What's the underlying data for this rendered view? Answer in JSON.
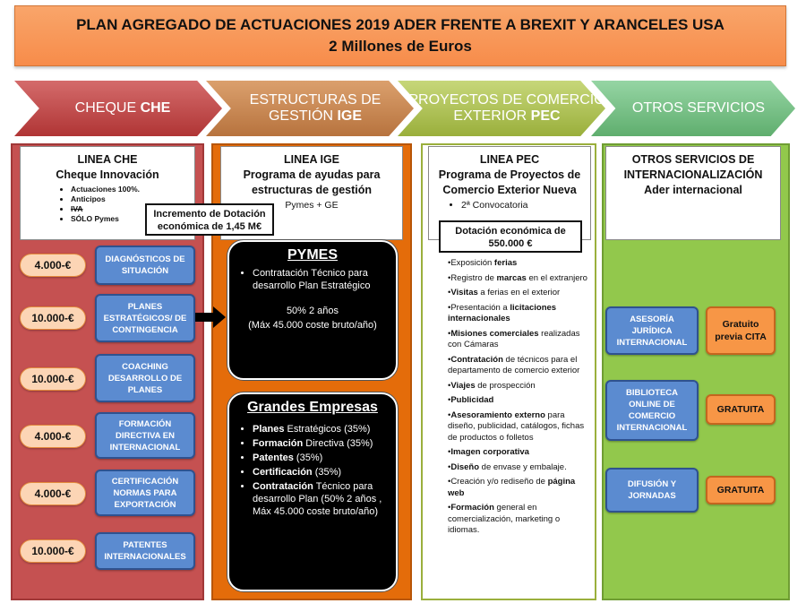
{
  "title": {
    "line1": "PLAN AGREGADO DE ACTUACIONES 2019 ADER FRENTE A BREXIT Y ARANCELES USA",
    "line2": "2 Millones de Euros"
  },
  "chevrons": [
    {
      "text": "CHEQUE ",
      "bold": "CHE"
    },
    {
      "text": "ESTRUCTURAS DE GESTIÓN ",
      "bold": "IGE"
    },
    {
      "text": "PROYECTOS DE COMERCIO EXTERIOR ",
      "bold": "PEC"
    },
    {
      "text": "OTROS SERVICIOS",
      "bold": ""
    }
  ],
  "che": {
    "head_line1": "LINEA CHE",
    "head_line2": "Cheque Innovación",
    "bullets": [
      "Actuaciones 100%.",
      "Anticipos",
      "IVA",
      "SÓLO Pymes"
    ],
    "callout": "Incremento de Dotación económica de 1,45 M€",
    "rows": [
      {
        "amount": "4.000-€",
        "label": "DIAGNÓSTICOS DE SITUACIÓN"
      },
      {
        "amount": "10.000-€",
        "label": "PLANES ESTRATÉGICOS/ DE CONTINGENCIA"
      },
      {
        "amount": "10.000-€",
        "label": "COACHING DESARROLLO DE PLANES"
      },
      {
        "amount": "4.000-€",
        "label": "FORMACIÓN DIRECTIVA EN INTERNACIONAL"
      },
      {
        "amount": "4.000-€",
        "label": "CERTIFICACIÓN NORMAS PARA EXPORTACIÓN"
      },
      {
        "amount": "10.000-€",
        "label": "PATENTES INTERNACIONALES"
      }
    ]
  },
  "ige": {
    "head_line1": "LINEA IGE",
    "head_line2": "Programa de ayudas para estructuras de gestión",
    "head_line3": "Pymes + GE",
    "pymes_title": "PYMES",
    "pymes_item": "Contratación Técnico para desarrollo Plan Estratégico",
    "pymes_pct": "50% 2 años",
    "pymes_max": "(Máx 45.000 coste bruto/año)",
    "grandes_title": "Grandes Empresas",
    "grandes_items": [
      {
        "bold": "Planes",
        "rest": " Estratégicos (35%)"
      },
      {
        "bold": "Formación",
        "rest": " Directiva (35%)"
      },
      {
        "bold": "Patentes",
        "rest": " (35%)"
      },
      {
        "bold": "Certificación",
        "rest": " (35%)"
      },
      {
        "bold": "Contratación",
        "rest": " Técnico para desarrollo Plan (50% 2 años , Máx 45.000 coste bruto/año)"
      }
    ]
  },
  "pec": {
    "head_line1": "LINEA PEC",
    "head_line2": "Programa de Proyectos de Comercio Exterior Nueva",
    "head_bullet": "2ª Convocatoria",
    "callout": "Dotación económica de 550.000 €",
    "items": [
      {
        "a": "•Exposición ",
        "b": "ferias",
        "c": ""
      },
      {
        "a": "•Registro de ",
        "b": "marcas",
        "c": " en el extranjero"
      },
      {
        "a": "•",
        "b": "Visitas",
        "c": " a ferias en el exterior"
      },
      {
        "a": "•Presentación a ",
        "b": "licitaciones internacionales",
        "c": ""
      },
      {
        "a": "•",
        "b": "Misiones comerciales",
        "c": " realizadas con Cámaras"
      },
      {
        "a": "•",
        "b": "Contratación",
        "c": " de técnicos para el departamento de comercio exterior"
      },
      {
        "a": "•",
        "b": "Viajes",
        "c": " de prospección"
      },
      {
        "a": "•",
        "b": "Publicidad",
        "c": ""
      },
      {
        "a": "•",
        "b": "Asesoramiento externo",
        "c": " para diseño, publicidad, catálogos, fichas de productos o folletos"
      },
      {
        "a": "•",
        "b": "Imagen corporativa",
        "c": ""
      },
      {
        "a": "•",
        "b": "Diseño",
        "c": " de envase y embalaje."
      },
      {
        "a": "•Creación y/o rediseño de ",
        "b": "página web",
        "c": ""
      },
      {
        "a": "•",
        "b": "Formación",
        "c": " general en comercialización, marketing o idiomas."
      }
    ]
  },
  "otros": {
    "head_line1": "OTROS SERVICIOS DE INTERNACIONALIZACIÓN",
    "head_line2": "Ader internacional",
    "rows": [
      {
        "label": "ASESORÍA JURÍDICA INTERNACIONAL",
        "price": "Gratuito previa CITA"
      },
      {
        "label": "BIBLIOTECA ONLINE DE COMERCIO INTERNACIONAL",
        "price": "GRATUITA"
      },
      {
        "label": "DIFUSIÓN Y JORNADAS",
        "price": "GRATUITA"
      }
    ]
  }
}
